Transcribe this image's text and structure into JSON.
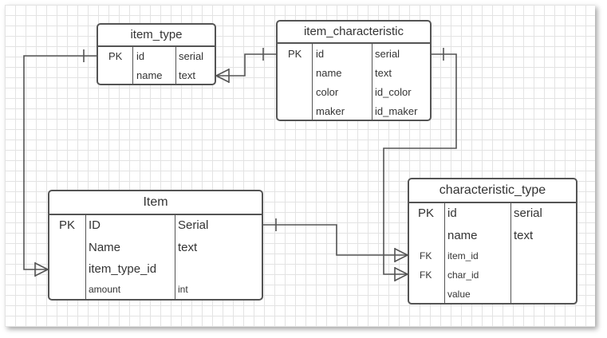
{
  "entities": {
    "item_type": {
      "title": "item_type",
      "rows": [
        {
          "key": "PK",
          "field": "id",
          "type": "serial"
        },
        {
          "key": "",
          "field": "name",
          "type": "text"
        }
      ]
    },
    "item_characteristic": {
      "title": "item_characteristic",
      "rows": [
        {
          "key": "PK",
          "field": "id",
          "type": "serial"
        },
        {
          "key": "",
          "field": "name",
          "type": "text"
        },
        {
          "key": "",
          "field": "color",
          "type": "id_color"
        },
        {
          "key": "",
          "field": "maker",
          "type": "id_maker"
        }
      ]
    },
    "item": {
      "title": "Item",
      "rows": [
        {
          "key": "PK",
          "field": "ID",
          "type": "Serial"
        },
        {
          "key": "",
          "field": "Name",
          "type": "text"
        },
        {
          "key": "",
          "field": "item_type_id",
          "type": ""
        },
        {
          "key": "",
          "field": "amount",
          "type": "int"
        }
      ]
    },
    "characteristic_type": {
      "title": "characteristic_type",
      "rows": [
        {
          "key": "PK",
          "field": "id",
          "type": "serial"
        },
        {
          "key": "",
          "field": "name",
          "type": "text"
        },
        {
          "key": "FK",
          "field": "item_id",
          "type": ""
        },
        {
          "key": "FK",
          "field": "char_id",
          "type": ""
        },
        {
          "key": "",
          "field": "value",
          "type": ""
        }
      ]
    }
  },
  "relationships": [
    {
      "from": "item_type",
      "to": "item",
      "from_end": "one",
      "to_end": "many"
    },
    {
      "from": "item_type",
      "to": "item_characteristic",
      "from_end": "many",
      "to_end": "one"
    },
    {
      "from": "item",
      "to": "characteristic_type",
      "from_end": "one",
      "to_end": "many"
    },
    {
      "from": "item_characteristic",
      "to": "characteristic_type",
      "from_end": "one",
      "to_end": "many"
    }
  ]
}
